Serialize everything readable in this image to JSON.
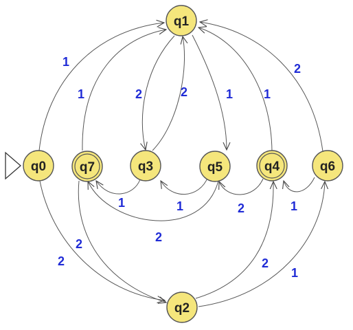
{
  "states": [
    {
      "id": "q0",
      "label": "q0",
      "start": true,
      "accepting": false
    },
    {
      "id": "q1",
      "label": "q1",
      "start": false,
      "accepting": false
    },
    {
      "id": "q2",
      "label": "q2",
      "start": false,
      "accepting": false
    },
    {
      "id": "q3",
      "label": "q3",
      "start": false,
      "accepting": false
    },
    {
      "id": "q4",
      "label": "q4",
      "start": false,
      "accepting": true
    },
    {
      "id": "q5",
      "label": "q5",
      "start": false,
      "accepting": false
    },
    {
      "id": "q6",
      "label": "q6",
      "start": false,
      "accepting": false
    },
    {
      "id": "q7",
      "label": "q7",
      "start": false,
      "accepting": true
    }
  ],
  "transitions": [
    {
      "id": "q0-q1",
      "from": "q0",
      "to": "q1",
      "label": "1"
    },
    {
      "id": "q0-q2",
      "from": "q0",
      "to": "q2",
      "label": "2"
    },
    {
      "id": "q7-q1",
      "from": "q7",
      "to": "q1",
      "label": "1"
    },
    {
      "id": "q7-q2",
      "from": "q7",
      "to": "q2",
      "label": "2"
    },
    {
      "id": "q1-q3",
      "from": "q1",
      "to": "q3",
      "label": "2"
    },
    {
      "id": "q3-q1",
      "from": "q3",
      "to": "q1",
      "label": "2"
    },
    {
      "id": "q1-q5",
      "from": "q1",
      "to": "q5",
      "label": "1"
    },
    {
      "id": "q4-q1",
      "from": "q4",
      "to": "q1",
      "label": "1"
    },
    {
      "id": "q6-q1",
      "from": "q6",
      "to": "q1",
      "label": "2"
    },
    {
      "id": "q3-q7",
      "from": "q3",
      "to": "q7",
      "label": "1"
    },
    {
      "id": "q5-q3",
      "from": "q5",
      "to": "q3",
      "label": "1"
    },
    {
      "id": "q5-q7",
      "from": "q5",
      "to": "q7",
      "label": "2"
    },
    {
      "id": "q4-q5",
      "from": "q4",
      "to": "q5",
      "label": "2"
    },
    {
      "id": "q6-q4",
      "from": "q6",
      "to": "q4",
      "label": "1"
    },
    {
      "id": "q2-q4",
      "from": "q2",
      "to": "q4",
      "label": "2"
    },
    {
      "id": "q2-q6",
      "from": "q2",
      "to": "q6",
      "label": "1"
    }
  ],
  "colors": {
    "state_fill": "#f5e67c",
    "state_stroke": "#555555",
    "edge_stroke": "#555555",
    "edge_label": "#1f2bd6",
    "state_text": "#222222"
  }
}
